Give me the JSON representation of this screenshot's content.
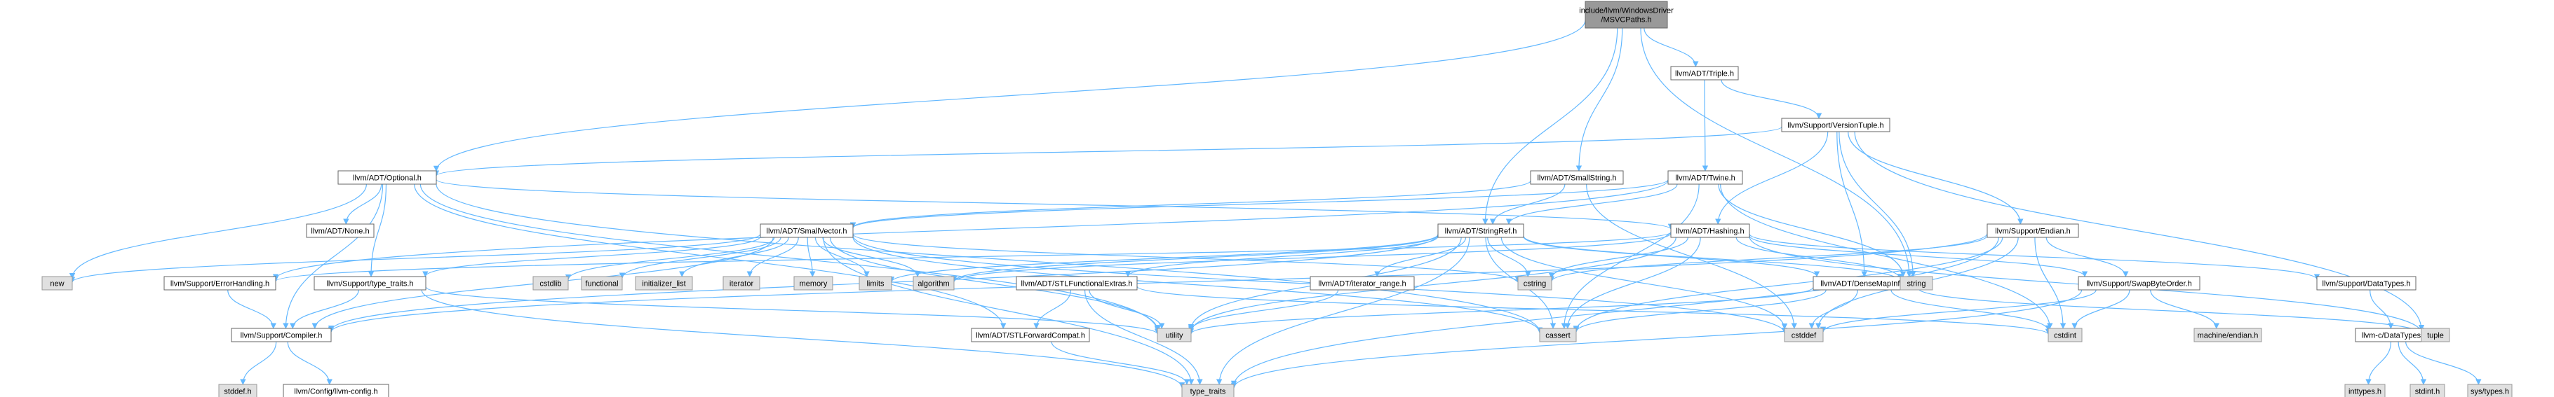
{
  "colors": {
    "edge": "#63b8ff",
    "node_fill": "#ffffff",
    "node_stroke": "#666666",
    "root_fill": "#999999",
    "root_stroke": "#666666",
    "system_fill": "#e0e0e0",
    "system_stroke": "#999999",
    "text": "#000000"
  },
  "nodes": [
    {
      "id": "root",
      "lines": [
        "include/llvm/WindowsDriver",
        "/MSVCPaths.h"
      ],
      "kind": "root"
    },
    {
      "id": "optional",
      "lines": [
        "llvm/ADT/Optional.h"
      ],
      "kind": "header"
    },
    {
      "id": "triple",
      "lines": [
        "llvm/ADT/Triple.h"
      ],
      "kind": "header"
    },
    {
      "id": "versiontuple",
      "lines": [
        "llvm/Support/VersionTuple.h"
      ],
      "kind": "header"
    },
    {
      "id": "smallstring",
      "lines": [
        "llvm/ADT/SmallString.h"
      ],
      "kind": "header"
    },
    {
      "id": "twine",
      "lines": [
        "llvm/ADT/Twine.h"
      ],
      "kind": "header"
    },
    {
      "id": "none",
      "lines": [
        "llvm/ADT/None.h"
      ],
      "kind": "header"
    },
    {
      "id": "smallvector",
      "lines": [
        "llvm/ADT/SmallVector.h"
      ],
      "kind": "header"
    },
    {
      "id": "stringref",
      "lines": [
        "llvm/ADT/StringRef.h"
      ],
      "kind": "header"
    },
    {
      "id": "hashing",
      "lines": [
        "llvm/ADT/Hashing.h"
      ],
      "kind": "header"
    },
    {
      "id": "endian",
      "lines": [
        "llvm/Support/Endian.h"
      ],
      "kind": "header"
    },
    {
      "id": "errorhandling",
      "lines": [
        "llvm/Support/ErrorHandling.h"
      ],
      "kind": "header"
    },
    {
      "id": "typetraits",
      "lines": [
        "llvm/Support/type_traits.h"
      ],
      "kind": "header"
    },
    {
      "id": "stlfunctional",
      "lines": [
        "llvm/ADT/STLFunctionalExtras.h"
      ],
      "kind": "header"
    },
    {
      "id": "iteratorrange",
      "lines": [
        "llvm/ADT/iterator_range.h"
      ],
      "kind": "header"
    },
    {
      "id": "densemapinfo",
      "lines": [
        "llvm/ADT/DenseMapInfo.h"
      ],
      "kind": "header"
    },
    {
      "id": "swapbyteorder",
      "lines": [
        "llvm/Support/SwapByteOrder.h"
      ],
      "kind": "header"
    },
    {
      "id": "supportdatatypes",
      "lines": [
        "llvm/Support/DataTypes.h"
      ],
      "kind": "header"
    },
    {
      "id": "compiler",
      "lines": [
        "llvm/Support/Compiler.h"
      ],
      "kind": "header"
    },
    {
      "id": "stlforward",
      "lines": [
        "llvm/ADT/STLForwardCompat.h"
      ],
      "kind": "header"
    },
    {
      "id": "cdatatypes",
      "lines": [
        "llvm-c/DataTypes.h"
      ],
      "kind": "header"
    },
    {
      "id": "llvmconfig",
      "lines": [
        "llvm/Config/llvm-config.h"
      ],
      "kind": "header"
    },
    {
      "id": "new",
      "lines": [
        "new"
      ],
      "kind": "system"
    },
    {
      "id": "cstdlib",
      "lines": [
        "cstdlib"
      ],
      "kind": "system"
    },
    {
      "id": "functional",
      "lines": [
        "functional"
      ],
      "kind": "system"
    },
    {
      "id": "initializer_list",
      "lines": [
        "initializer_list"
      ],
      "kind": "system"
    },
    {
      "id": "iterator",
      "lines": [
        "iterator"
      ],
      "kind": "system"
    },
    {
      "id": "memory",
      "lines": [
        "memory"
      ],
      "kind": "system"
    },
    {
      "id": "limits",
      "lines": [
        "limits"
      ],
      "kind": "system"
    },
    {
      "id": "algorithm",
      "lines": [
        "algorithm"
      ],
      "kind": "system"
    },
    {
      "id": "cstring",
      "lines": [
        "cstring"
      ],
      "kind": "system"
    },
    {
      "id": "string",
      "lines": [
        "string"
      ],
      "kind": "system"
    },
    {
      "id": "tuple",
      "lines": [
        "tuple"
      ],
      "kind": "system"
    },
    {
      "id": "utility",
      "lines": [
        "utility"
      ],
      "kind": "system"
    },
    {
      "id": "cassert",
      "lines": [
        "cassert"
      ],
      "kind": "system"
    },
    {
      "id": "cstddef",
      "lines": [
        "cstddef"
      ],
      "kind": "system"
    },
    {
      "id": "cstdint",
      "lines": [
        "cstdint"
      ],
      "kind": "system"
    },
    {
      "id": "machineendian",
      "lines": [
        "machine/endian.h"
      ],
      "kind": "system"
    },
    {
      "id": "typetraitsstd",
      "lines": [
        "type_traits"
      ],
      "kind": "system"
    },
    {
      "id": "stddefh",
      "lines": [
        "stddef.h"
      ],
      "kind": "system"
    },
    {
      "id": "inttypes",
      "lines": [
        "inttypes.h"
      ],
      "kind": "system"
    },
    {
      "id": "stdinth",
      "lines": [
        "stdint.h"
      ],
      "kind": "system"
    },
    {
      "id": "systypes",
      "lines": [
        "sys/types.h"
      ],
      "kind": "system"
    }
  ],
  "edges": [
    [
      "root",
      "optional"
    ],
    [
      "root",
      "triple"
    ],
    [
      "root",
      "smallstring"
    ],
    [
      "root",
      "stringref"
    ],
    [
      "root",
      "string"
    ],
    [
      "triple",
      "versiontuple"
    ],
    [
      "triple",
      "twine"
    ],
    [
      "versiontuple",
      "optional"
    ],
    [
      "versiontuple",
      "densemapinfo"
    ],
    [
      "versiontuple",
      "hashing"
    ],
    [
      "versiontuple",
      "endian"
    ],
    [
      "versiontuple",
      "string"
    ],
    [
      "versiontuple",
      "tuple"
    ],
    [
      "optional",
      "none"
    ],
    [
      "optional",
      "typetraits"
    ],
    [
      "optional",
      "stlforward"
    ],
    [
      "optional",
      "compiler"
    ],
    [
      "optional",
      "hashing"
    ],
    [
      "optional",
      "new"
    ],
    [
      "optional",
      "cassert"
    ],
    [
      "optional",
      "utility"
    ],
    [
      "smallstring",
      "smallvector"
    ],
    [
      "smallstring",
      "stringref"
    ],
    [
      "smallstring",
      "cstddef"
    ],
    [
      "twine",
      "smallvector"
    ],
    [
      "twine",
      "stringref"
    ],
    [
      "twine",
      "errorhandling"
    ],
    [
      "twine",
      "cassert"
    ],
    [
      "twine",
      "cstdint"
    ],
    [
      "twine",
      "string"
    ],
    [
      "smallvector",
      "compiler"
    ],
    [
      "smallvector",
      "typetraits"
    ],
    [
      "smallvector",
      "algorithm"
    ],
    [
      "smallvector",
      "cassert"
    ],
    [
      "smallvector",
      "cstddef"
    ],
    [
      "smallvector",
      "cstdlib"
    ],
    [
      "smallvector",
      "cstring"
    ],
    [
      "smallvector",
      "functional"
    ],
    [
      "smallvector",
      "initializer_list"
    ],
    [
      "smallvector",
      "iterator"
    ],
    [
      "smallvector",
      "limits"
    ],
    [
      "smallvector",
      "memory"
    ],
    [
      "smallvector",
      "new"
    ],
    [
      "smallvector",
      "typetraitsstd"
    ],
    [
      "smallvector",
      "utility"
    ],
    [
      "stringref",
      "stlfunctional"
    ],
    [
      "stringref",
      "iteratorrange"
    ],
    [
      "stringref",
      "compiler"
    ],
    [
      "stringref",
      "algorithm"
    ],
    [
      "stringref",
      "cassert"
    ],
    [
      "stringref",
      "cstddef"
    ],
    [
      "stringref",
      "cstring"
    ],
    [
      "stringref",
      "limits"
    ],
    [
      "stringref",
      "string"
    ],
    [
      "stringref",
      "typetraitsstd"
    ],
    [
      "stringref",
      "utility"
    ],
    [
      "stringref",
      "densemapinfo"
    ],
    [
      "hashing",
      "errorhandling"
    ],
    [
      "hashing",
      "supportdatatypes"
    ],
    [
      "hashing",
      "swapbyteorder"
    ],
    [
      "hashing",
      "algorithm"
    ],
    [
      "hashing",
      "cassert"
    ],
    [
      "hashing",
      "cstring"
    ],
    [
      "hashing",
      "string"
    ],
    [
      "hashing",
      "tuple"
    ],
    [
      "hashing",
      "utility"
    ],
    [
      "endian",
      "compiler"
    ],
    [
      "endian",
      "swapbyteorder"
    ],
    [
      "endian",
      "cassert"
    ],
    [
      "endian",
      "cstddef"
    ],
    [
      "endian",
      "cstdint"
    ],
    [
      "endian",
      "cstring"
    ],
    [
      "endian",
      "typetraitsstd"
    ],
    [
      "errorhandling",
      "compiler"
    ],
    [
      "typetraits",
      "compiler"
    ],
    [
      "typetraits",
      "typetraitsstd"
    ],
    [
      "typetraits",
      "utility"
    ],
    [
      "stlfunctional",
      "stlforward"
    ],
    [
      "stlfunctional",
      "cstdint"
    ],
    [
      "stlfunctional",
      "typetraitsstd"
    ],
    [
      "stlfunctional",
      "utility"
    ],
    [
      "iteratorrange",
      "utility"
    ],
    [
      "densemapinfo",
      "cassert"
    ],
    [
      "densemapinfo",
      "cstddef"
    ],
    [
      "densemapinfo",
      "cstdint"
    ],
    [
      "densemapinfo",
      "tuple"
    ],
    [
      "densemapinfo",
      "utility"
    ],
    [
      "swapbyteorder",
      "cstddef"
    ],
    [
      "swapbyteorder",
      "cstdint"
    ],
    [
      "swapbyteorder",
      "typetraitsstd"
    ],
    [
      "swapbyteorder",
      "machineendian"
    ],
    [
      "supportdatatypes",
      "cdatatypes"
    ],
    [
      "cdatatypes",
      "inttypes"
    ],
    [
      "cdatatypes",
      "stdinth"
    ],
    [
      "cdatatypes",
      "systypes"
    ],
    [
      "compiler",
      "llvmconfig"
    ],
    [
      "compiler",
      "stddefh"
    ],
    [
      "stlforward",
      "typetraitsstd"
    ]
  ]
}
